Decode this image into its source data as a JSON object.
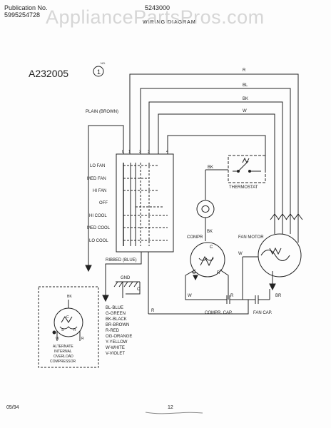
{
  "header": {
    "publication_label": "Publication No.",
    "publication_number": "5995254728",
    "part_number": "5243000",
    "diagram_title": "WIRING DIAGRAM",
    "watermark": "AppliancePartsPros.com"
  },
  "diagram": {
    "model_code": "A232005",
    "circle_number": "1",
    "circle_note": "NO.",
    "wires_top": [
      "R",
      "BL",
      "BK",
      "W"
    ],
    "plain_lead": "PLAIN (BROWN)",
    "ribbed_lead": "RIBBED (BLUE)",
    "switch_terminals": [
      "L",
      "1",
      "2",
      "3",
      "4"
    ],
    "switch_positions": [
      "LO FAN",
      "MED FAN",
      "HI FAN",
      "OFF",
      "HI COOL",
      "MED COOL",
      "LO COOL"
    ],
    "thermostat_label": "THERMOSTAT",
    "thermostat_wire": "BK",
    "compressor_label": "COMPR",
    "compressor_wire": "BK",
    "compressor_terminals": [
      "C",
      "S",
      "R"
    ],
    "compressor_cap_label": "COMPR. CAP.",
    "fan_cap_label": "FAN CAP.",
    "fan_motor_label": "FAN MOTOR",
    "fan_motor_wires": [
      "W",
      "BR"
    ],
    "cap_wires": [
      "W",
      "R"
    ],
    "ground_label": "GND",
    "ground_tag": "C",
    "bottom_wire": "R",
    "alt_compressor": {
      "wire_top": "BK",
      "terminals": [
        "C",
        "S",
        "R"
      ],
      "wires_bottom": [
        "W",
        "R"
      ],
      "caption": [
        "ALTERNATE",
        "INTERNAL",
        "OVERLOAD",
        "COMPRESSOR"
      ]
    },
    "color_legend": [
      "BL-BLUE",
      "G-GREEN",
      "BK-BLACK",
      "BR-BROWN",
      "R-RED",
      "OG-ORANGE",
      "Y-YELLOW",
      "W-WHITE",
      "V-VIOLET"
    ]
  },
  "footer": {
    "date": "05/94",
    "page": "12"
  }
}
